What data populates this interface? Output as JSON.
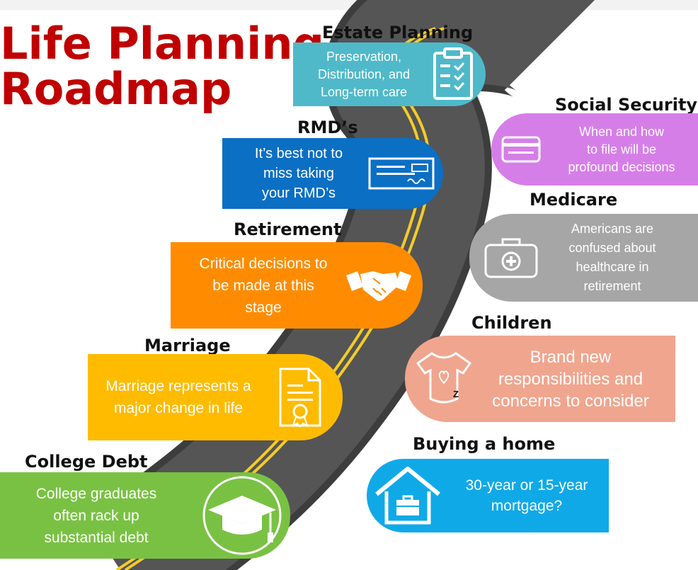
{
  "title": {
    "line1": "Life Planning",
    "line2": "Roadmap"
  },
  "colors": {
    "title": "#c00000",
    "estate": "#4fb9c9",
    "rmd": "#0b6fc4",
    "retirement": "#ff8c00",
    "marriage": "#ffbb00",
    "college": "#79c143",
    "social": "#d67ee8",
    "medicare": "#a6a6a6",
    "children": "#f0a58e",
    "home": "#10a9e8",
    "road": "#3d3d3d"
  },
  "stages": {
    "estate": {
      "label": "Estate Planning",
      "lines": [
        "Preservation,",
        "Distribution, and",
        "Long-term care"
      ],
      "icon": "clipboard-checklist-icon"
    },
    "rmd": {
      "label": "RMD’s",
      "lines": [
        "It’s best not to",
        "miss taking",
        "your RMD’s"
      ],
      "icon": "check-icon"
    },
    "retirement": {
      "label": "Retirement",
      "lines": [
        "Critical decisions to",
        "be made at this",
        "stage"
      ],
      "icon": "handshake-icon"
    },
    "marriage": {
      "label": "Marriage",
      "lines": [
        "Marriage represents a",
        "major change in life"
      ],
      "icon": "certificate-icon"
    },
    "college": {
      "label": "College Debt",
      "lines": [
        "College graduates",
        "often rack up",
        "substantial debt"
      ],
      "icon": "graduation-cap-icon"
    },
    "social": {
      "label": "Social Security",
      "lines": [
        "When and how",
        "to file will be",
        "profound decisions"
      ],
      "icon": "id-card-icon"
    },
    "medicare": {
      "label": "Medicare",
      "lines": [
        "Americans are",
        "confused about",
        "healthcare in",
        "retirement"
      ],
      "icon": "medical-kit-icon"
    },
    "children": {
      "label": "Children",
      "lines": [
        "Brand new",
        "responsibilities and",
        "concerns to consider"
      ],
      "icon": "baby-onesie-icon",
      "icon_glyph": "Z"
    },
    "home": {
      "label": "Buying a home",
      "lines": [
        "30-year or 15-year",
        "mortgage?"
      ],
      "icon": "house-icon"
    }
  }
}
